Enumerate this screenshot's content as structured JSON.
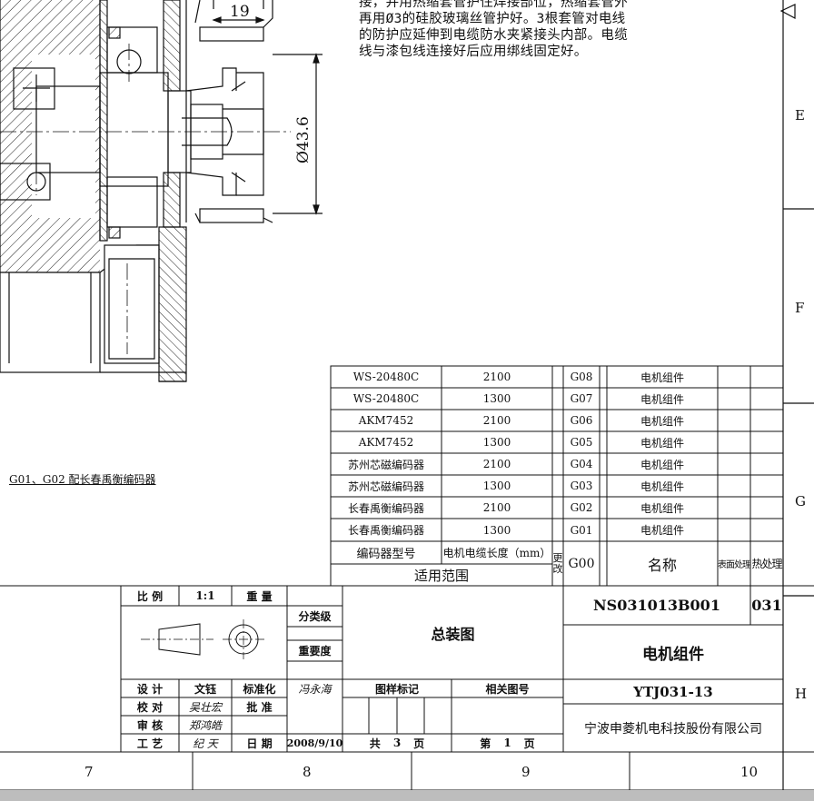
{
  "drawing": {
    "dim_width": "19",
    "dim_diameter": "Ø43.6",
    "note_lines": [
      "接，并用热缩套管护住焊接部位，热缩套管外",
      "再用Ø3的硅胶玻璃丝管护好。3根套管对电线",
      "的防护应延伸到电缆防水夹紧接头内部。电缆",
      "线与漆包线连接好后应用绑线固定好。"
    ],
    "side_note": "G01、G02 配长春禹衡编码器"
  },
  "zones": {
    "right": [
      "E",
      "F",
      "G",
      "H"
    ],
    "bottom": [
      "7",
      "8",
      "9",
      "10"
    ]
  },
  "parts_table": {
    "rows": [
      {
        "encoder": "WS-20480C",
        "length": "2100",
        "code": "G08",
        "name": "电机组件"
      },
      {
        "encoder": "WS-20480C",
        "length": "1300",
        "code": "G07",
        "name": "电机组件"
      },
      {
        "encoder": "AKM7452",
        "length": "2100",
        "code": "G06",
        "name": "电机组件"
      },
      {
        "encoder": "AKM7452",
        "length": "1300",
        "code": "G05",
        "name": "电机组件"
      },
      {
        "encoder": "苏州芯磁编码器",
        "length": "2100",
        "code": "G04",
        "name": "电机组件"
      },
      {
        "encoder": "苏州芯磁编码器",
        "length": "1300",
        "code": "G03",
        "name": "电机组件"
      },
      {
        "encoder": "长春禹衡编码器",
        "length": "2100",
        "code": "G02",
        "name": "电机组件"
      },
      {
        "encoder": "长春禹衡编码器",
        "length": "1300",
        "code": "G01",
        "name": "电机组件"
      }
    ],
    "header": {
      "encoder": "编码器型号",
      "length": "电机电缆长度（mm）",
      "change": "更改",
      "code": "G00",
      "name": "名称",
      "surface": "表面处理",
      "heat": "热处理",
      "scope": "适用范围"
    }
  },
  "title_block": {
    "scale_label": "比 例",
    "scale_value": "1:1",
    "weight_label": "重 量",
    "class_label": "分类级",
    "importance_label": "重要度",
    "title": "总装图",
    "drawing_no": "NS031013B001",
    "sheet_code": "031",
    "part_name": "电机组件",
    "part_code": "YTJ031-13",
    "company": "宁波申菱机电科技股份有限公司",
    "design_label": "设 计",
    "designer": "文钰",
    "standard_label": "标准化",
    "standard_sign": "冯永海",
    "mark_label": "图样标记",
    "related_label": "相关图号",
    "check_label": "校 对",
    "checker": "吴壮宏",
    "approve_label": "批 准",
    "review_label": "审 核",
    "reviewer": "郑鸿皓",
    "process_label": "工 艺",
    "process_sign": "纪 天",
    "date_label": "日 期",
    "date": "2008/9/10",
    "total_label": "共",
    "total_value": "3",
    "total_unit": "页",
    "page_label": "第",
    "page_value": "1",
    "page_unit": "页"
  }
}
